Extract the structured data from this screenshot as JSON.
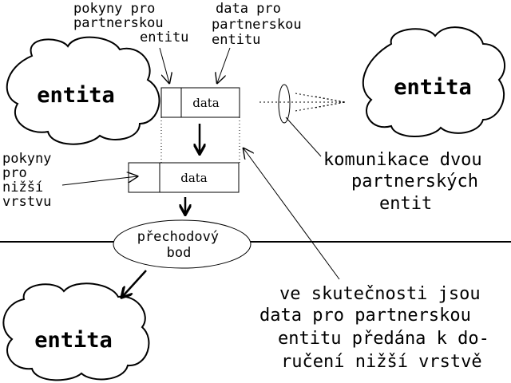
{
  "entities": {
    "left_top": "entita",
    "right_top": "entita",
    "left_bottom": "entita"
  },
  "top_labels": {
    "instructions": [
      "pokyny pro",
      "partnerskou",
      "entitu"
    ],
    "data_for_partner": [
      "data pro",
      "partnerskou",
      "entitu"
    ]
  },
  "lower_instructions": [
    "pokyny",
    "pro",
    "nižší",
    "vrstvu"
  ],
  "boxes": {
    "upper_data": "data",
    "lower_data": "data"
  },
  "transition_point": [
    "přechodový",
    "bod"
  ],
  "communication_note": [
    "komunikace dvou",
    "partnerských",
    "entit"
  ],
  "reality_note": [
    "ve skutečnosti jsou",
    "data pro partnerskou",
    "entitu předána k do-",
    "ručení nižší vrstvě"
  ],
  "colors": {
    "ink": "#000000",
    "background": "#ffffff"
  }
}
